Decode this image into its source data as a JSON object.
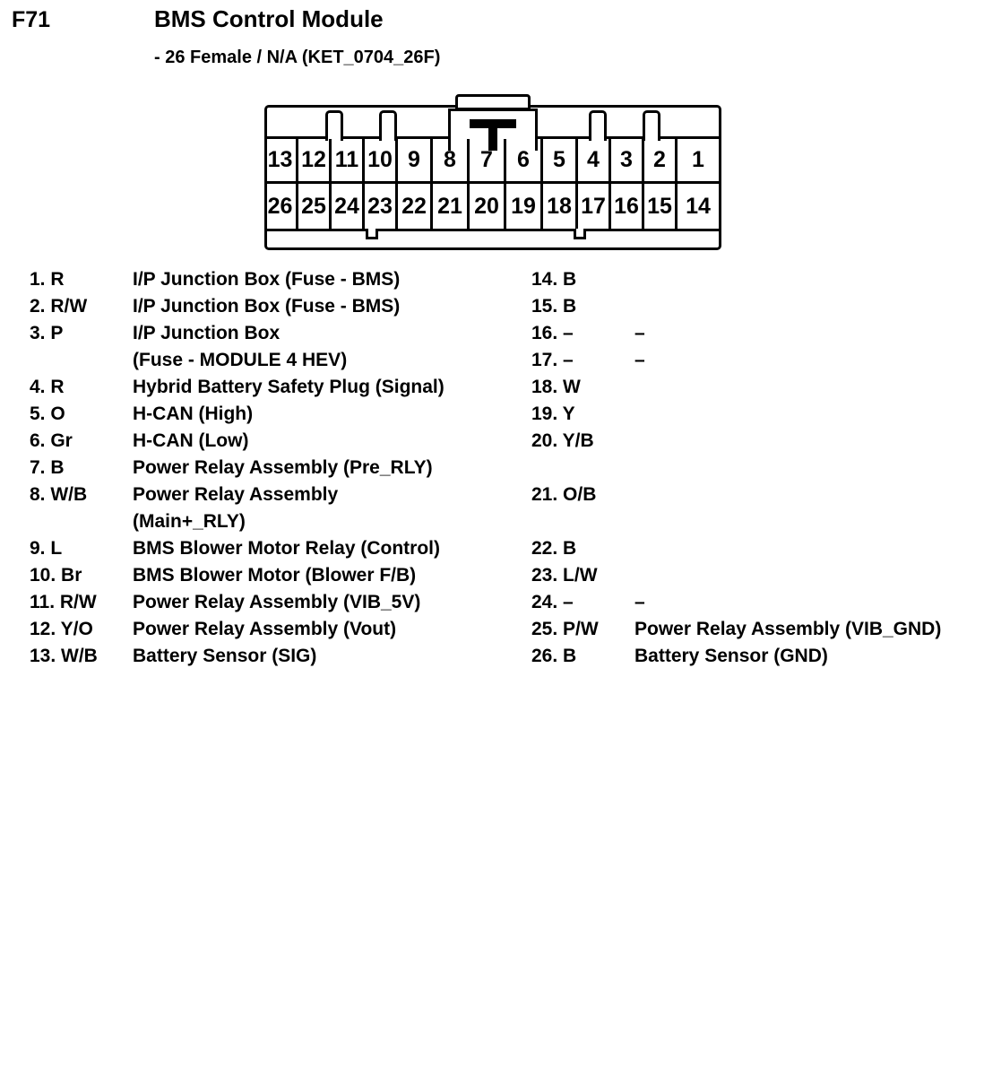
{
  "header": {
    "code": "F71",
    "title": "BMS Control Module",
    "subtitle": "- 26 Female / N/A (KET_0704_26F)"
  },
  "connector": {
    "top_row": [
      "13",
      "12",
      "11",
      "10",
      "9",
      "8",
      "7",
      "6",
      "5",
      "4",
      "3",
      "2",
      "1"
    ],
    "bottom_row": [
      "26",
      "25",
      "24",
      "23",
      "22",
      "21",
      "20",
      "19",
      "18",
      "17",
      "16",
      "15",
      "14"
    ]
  },
  "pins_left": [
    {
      "num": "1. R",
      "desc": "I/P Junction Box (Fuse - BMS)"
    },
    {
      "num": "2. R/W",
      "desc": "I/P Junction Box (Fuse - BMS)"
    },
    {
      "num": "3. P",
      "desc": "I/P Junction Box"
    },
    {
      "num": "",
      "desc": "(Fuse - MODULE 4 HEV)"
    },
    {
      "num": "4. R",
      "desc": "Hybrid Battery Safety Plug (Signal)"
    },
    {
      "num": "5. O",
      "desc": "H-CAN (High)"
    },
    {
      "num": "6. Gr",
      "desc": "H-CAN (Low)"
    },
    {
      "num": "7. B",
      "desc": "Power Relay Assembly (Pre_RLY)"
    },
    {
      "num": "8. W/B",
      "desc": "Power Relay Assembly"
    },
    {
      "num": "",
      "desc": "(Main+_RLY)"
    },
    {
      "num": "9. L",
      "desc": "BMS Blower Motor Relay (Control)"
    },
    {
      "num": "10. Br",
      "desc": "BMS Blower Motor (Blower F/B)"
    },
    {
      "num": "11. R/W",
      "desc": "Power Relay Assembly (VIB_5V)"
    },
    {
      "num": "12. Y/O",
      "desc": "Power Relay Assembly (Vout)"
    },
    {
      "num": "13. W/B",
      "desc": "Battery Sensor (SIG)"
    }
  ],
  "pins_right": [
    {
      "num": "14. B",
      "desc": ""
    },
    {
      "num": "15. B",
      "desc": ""
    },
    {
      "num": "16. –",
      "desc": "–"
    },
    {
      "num": "17. –",
      "desc": "–"
    },
    {
      "num": "18. W",
      "desc": ""
    },
    {
      "num": "19. Y",
      "desc": ""
    },
    {
      "num": "20. Y/B",
      "desc": ""
    },
    {
      "num": "",
      "desc": ""
    },
    {
      "num": "21. O/B",
      "desc": ""
    },
    {
      "num": "",
      "desc": ""
    },
    {
      "num": "22. B",
      "desc": ""
    },
    {
      "num": "23. L/W",
      "desc": ""
    },
    {
      "num": "24. –",
      "desc": "–"
    },
    {
      "num": "25. P/W",
      "desc": "Power Relay Assembly (VIB_GND)"
    },
    {
      "num": "26. B",
      "desc": "Battery Sensor (GND)"
    }
  ]
}
